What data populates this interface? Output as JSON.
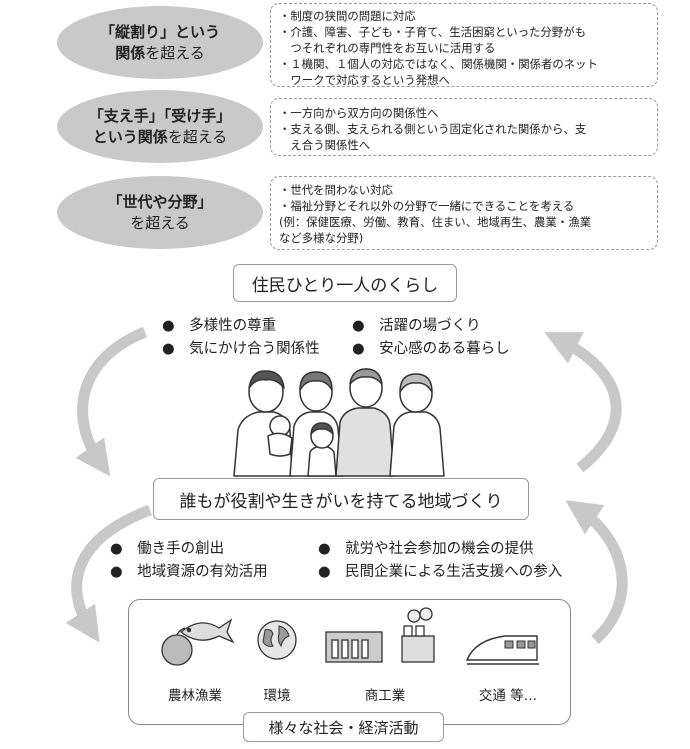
{
  "sections": [
    {
      "title_line1": "「縦割り」という",
      "title_line2_bold": "関係",
      "title_line2_rest": "を超える",
      "bullets": [
        "・制度の狭間の問題に対応",
        "・介護、障害、子ども・子育て、生活困窮といった分野がも",
        "　つそれぞれの専門性をお互いに活用する",
        "・１機関、１個人の対応ではなく、関係機関・関係者のネット",
        "　ワークで対応するという発想へ"
      ]
    },
    {
      "title_line1": "「支え手」「受け手」",
      "title_line2_bold": "という関係",
      "title_line2_rest": "を超える",
      "bullets": [
        "・一方向から双方向の関係性へ",
        "・支える側、支えられる側という固定化された関係から、支",
        "　え合う関係性へ"
      ]
    },
    {
      "title_line1": "「世代や分野」",
      "title_line2_bold": "",
      "title_line2_rest": "を超える",
      "bullets": [
        "・世代を問わない対応",
        "・福祉分野とそれ以外の分野で一緒にできることを考える",
        "(例：保健医療、労働、教育、住まい、地域再生、農業・漁業",
        "など多様な分野)"
      ]
    }
  ],
  "life": {
    "title": "住民ひとり一人のくらし",
    "items_left": [
      "●　多様性の尊重",
      "●　気にかけ合う関係性"
    ],
    "items_right": [
      "●　活躍の場づくり",
      "●　安心感のある暮らし"
    ]
  },
  "community": {
    "title": "誰もが役割や生きがいを持てる地域づくり",
    "items_left": [
      "●　働き手の創出",
      "●　地域資源の有効活用"
    ],
    "items_right": [
      "●　就労や社会参加の機会の提供",
      "●　民間企業による生活支援への参入"
    ]
  },
  "economy": {
    "title": "様々な社会・経済活動",
    "items": [
      {
        "label": "農林漁業",
        "icon": "fish-and-fruit-icon"
      },
      {
        "label": "環境",
        "icon": "globe-icon"
      },
      {
        "label": "商工業",
        "icon": "factory-icon"
      },
      {
        "label": "交通 等…",
        "icon": "bullet-train-icon"
      }
    ]
  },
  "colors": {
    "oval": "#c9c9c9",
    "arrow": "#c8c8c8",
    "border": "#9a9a9a"
  }
}
